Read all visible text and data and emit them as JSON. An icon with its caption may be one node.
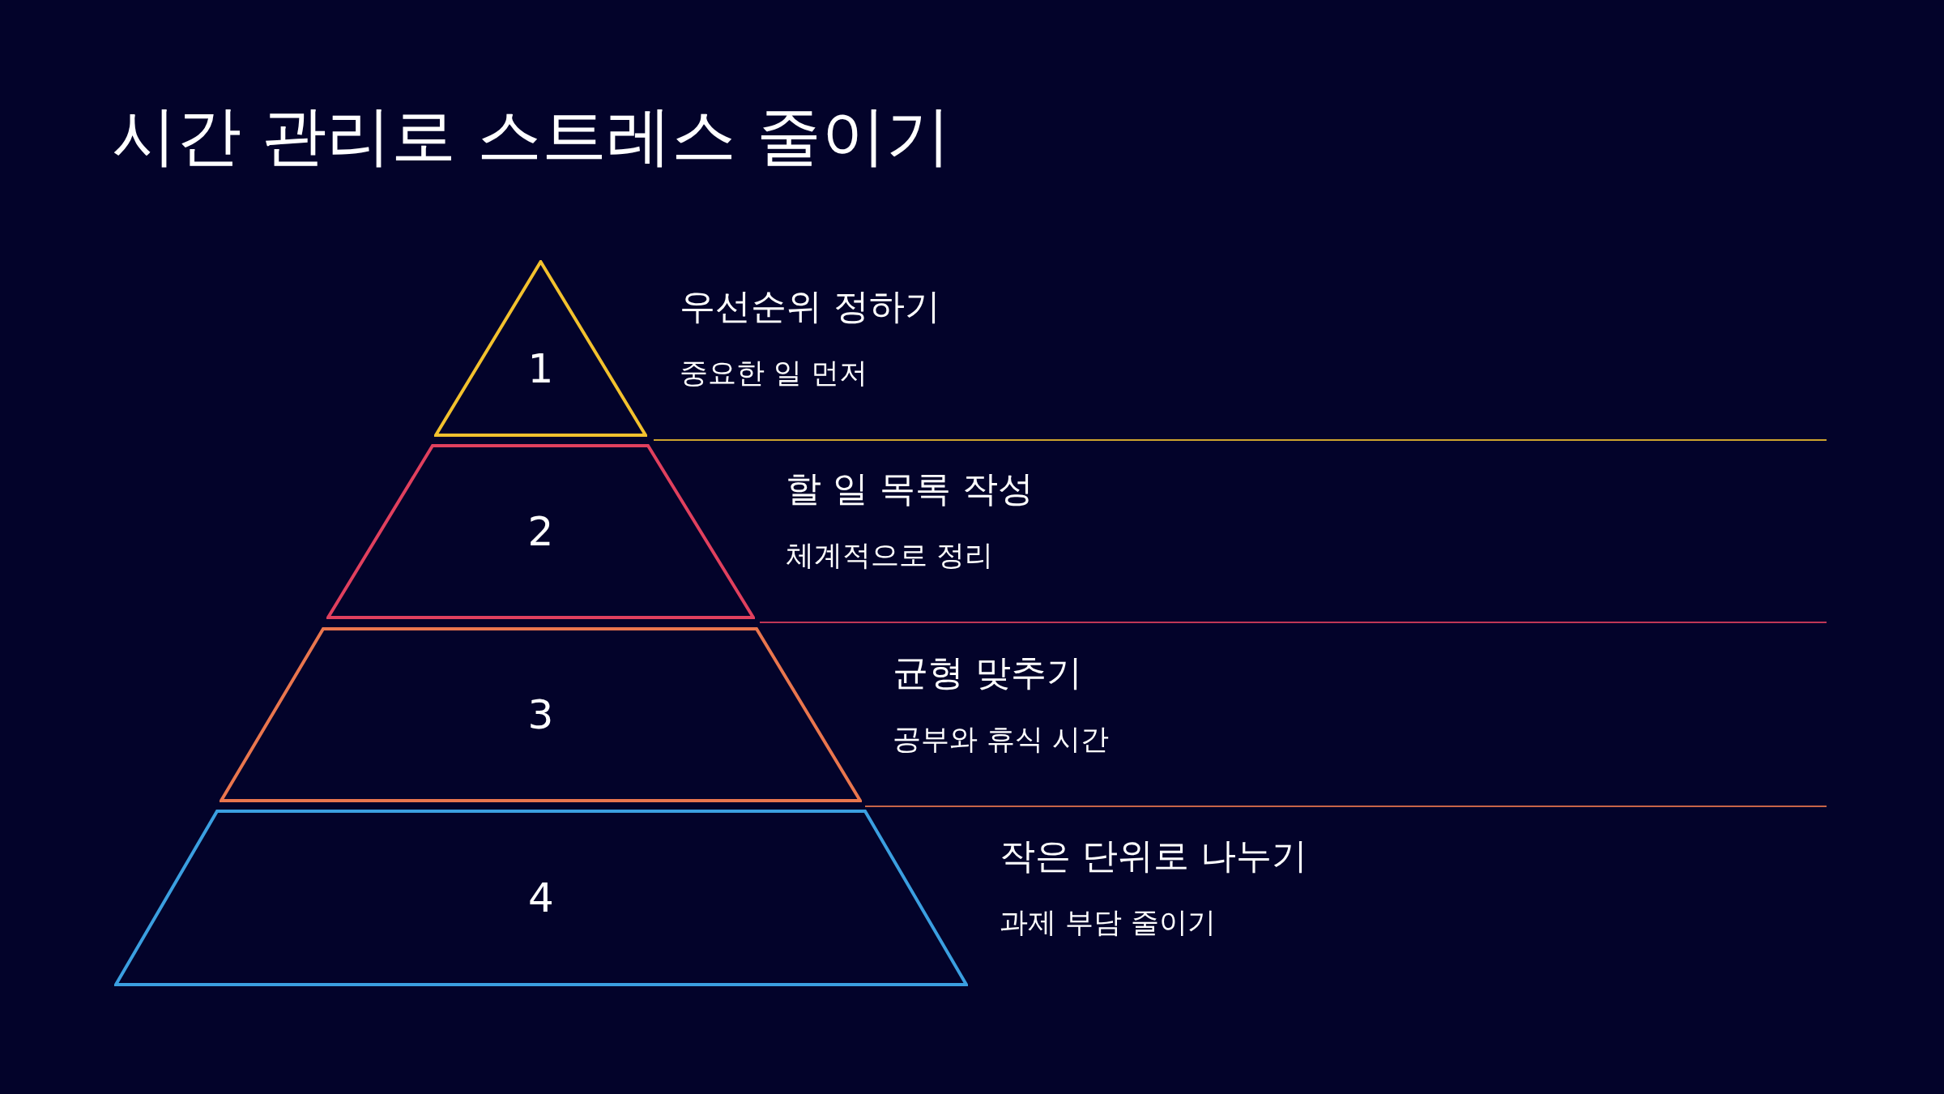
{
  "diagram": {
    "title": "시간 관리로 스트레스 줄이기",
    "nodes": [
      {
        "text": [
          "1"
        ],
        "beside": [
          "우선순위 정하기",
          "중요한 일 먼저"
        ]
      },
      {
        "text": [
          "2"
        ],
        "beside": [
          "할 일 목록 작성",
          "체계적으로 정리"
        ]
      },
      {
        "text": [
          "3"
        ],
        "beside": [
          "균형 맞추기",
          "공부와 휴식 시간"
        ]
      },
      {
        "text": [
          "4"
        ],
        "beside": [
          "작은 단위로 나누기",
          "과제 부담 줄이기"
        ]
      }
    ]
  }
}
